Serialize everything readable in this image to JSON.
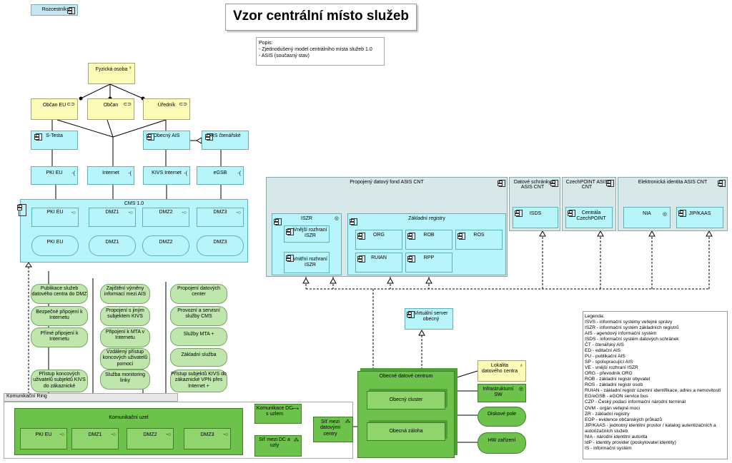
{
  "header": {
    "nav_button": "Rozcestník",
    "title": "Vzor centrální místo služeb",
    "description": [
      "Popis:",
      "- Zjednodušený model centrálního místa služeb 1.0",
      "- ASIS (současný stav)"
    ]
  },
  "actors": {
    "fyzicka_osoba": "Fyzická osoba"
  },
  "roles": {
    "obcan_eu": "Občan EU",
    "obcan": "Občan",
    "urednik": "Úředník"
  },
  "apps": {
    "s_testa": "S-Testa",
    "obecny_ais": "Obecný AIS",
    "ais_ctenarske": "AIS čtenářské"
  },
  "interfaces": {
    "pki_eu": "PKI EU",
    "internet": "Internet",
    "kivs_internet": "KIVS Internet",
    "egsb": "eGSB"
  },
  "cms": {
    "title": "CMS 1.0",
    "components": [
      "PKI EU",
      "DMZ1",
      "DMZ2",
      "DMZ3"
    ],
    "services": [
      "PKI EU",
      "DMZ1",
      "DMZ2",
      "DMZ3"
    ]
  },
  "groups": {
    "fond": "Propojený datový fond ASIS CNT",
    "ds": "Datové schránky ASIS CNT",
    "czechpoint": "CzechPOINT ASIS CNT",
    "eid": "Elektronická identita ASIS CNT"
  },
  "iszr": {
    "title": "ISZR",
    "outer": "Vnější rozhraní ISZR",
    "inner": "Vnitřní rozhraní ISZR"
  },
  "registry": {
    "title": "Základní registry",
    "items": [
      "ORG",
      "ROB",
      "ROS",
      "RUIAN",
      "RPP"
    ]
  },
  "ds_items": {
    "isds": "ISDS",
    "centrala": "Centrála CzechPOINT",
    "nia": "NIA",
    "jip": "JIP/KAAS"
  },
  "server": "Virtuální server obecný",
  "services_col1": [
    "Publikace služeb datového centra do DMZ",
    "Bezpečné připojení k Internetu",
    "Přímé připojení k Internetu",
    "Přístup koncových uživatelů subjektů KIVS do zákaznické"
  ],
  "services_col2": [
    "Zajištění výměny informací mezi AIS",
    "Propojení s jiným subjektem KIVS",
    "Připojení k MTA v Internetu",
    "Vzdálený přístup koncových uživatelů pomocí",
    "Služba monitoring linky"
  ],
  "services_col3": [
    "Propojení datových center",
    "Provozní a servisní služby CMS",
    "Služby MTA +",
    "Základní služba",
    "Přístup subjektů KIVS do zákaznické VPN přes Internet +"
  ],
  "ring": {
    "title": "Komunikační Ring",
    "node": "Komunikační uzel",
    "components": [
      "PKI EU",
      "DMZ1",
      "DMZ2",
      "DMZ3"
    ],
    "komunikace": "Komunikace DC s uzlem",
    "sit_uzly": "Síť mezi DC a uzly",
    "sit_centry": "Síť mezi datovými centry"
  },
  "dc": {
    "title": "Obecné datové centrum",
    "cluster": "Obecný cluster",
    "zaloha": "Obecná záloha",
    "lokalita": "Lokalita datového centra",
    "infra": "Infrastrukturní SW",
    "diskove": "Diskové pole",
    "hw": "HW zařízení"
  },
  "legend": {
    "title": "Legenda:",
    "items": [
      "ISVS - informační systémy veřejné správy",
      "ISZR - informační systém základních registrů",
      "AIS - agendový informační systém",
      "ISDS - informační systém datových schránek",
      "ČT - čtenářský AIS",
      "ED - editační AIS",
      "PU - publikační AIS",
      "SP - spolupracující AIS",
      "VE - vnější rozhraní ISZR",
      "ORG - převodník ORG",
      "ROB - základní registr obyvatel",
      "ROS - základní registr osob",
      "RUIAN - základní registr územní identifikace, adres a nemovitostí",
      "EG/eGSB - eGON service bus",
      "CZP - Český podací informační národní terminál",
      "OVM - orgán veřejné moci",
      "ZR - základní registry",
      "EOP - evidence občanských průkazů",
      "JIP/KAAS - jednotný identitní prostor / katalog autentizačních a autorizačních služeb",
      "NIA - národní identitní autorita",
      "IdP - identity provider (poskytovatel identity)",
      "IS - informační systém"
    ]
  },
  "colors": {
    "application": "#b7f5fb",
    "business": "#fdfbb8",
    "technology": "#6cc24a",
    "service": "#bfe7ad",
    "group": "#d8e8e8"
  }
}
